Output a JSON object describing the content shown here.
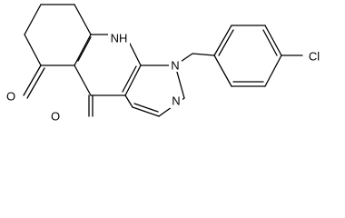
{
  "molecule": {
    "atoms": {
      "nh": "NH",
      "n1": "N",
      "n2": "N",
      "o_ketone": "O",
      "o_pyridone": "O",
      "cl": "Cl"
    },
    "colors": {
      "bond": "#000000",
      "label": "#000000",
      "background": "#ffffff"
    }
  }
}
